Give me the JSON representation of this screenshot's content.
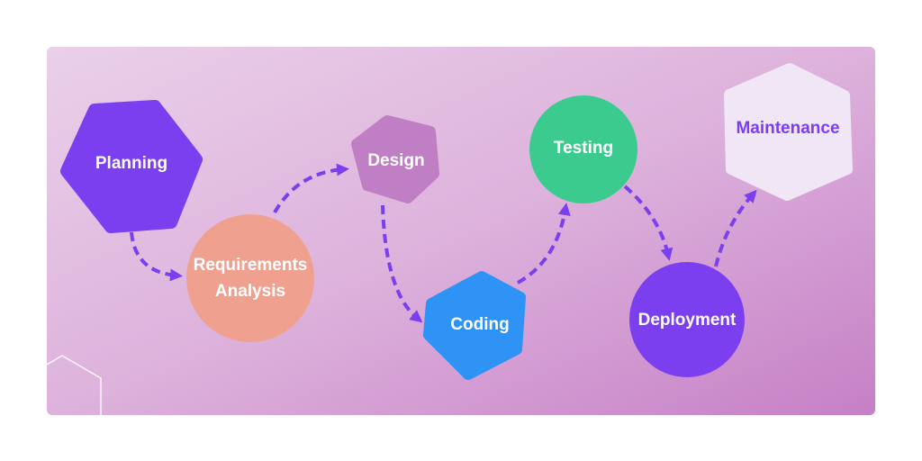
{
  "title": "Software Development Life Cycle",
  "stages": [
    {
      "label": "Planning",
      "shape": "hexagon",
      "color": "#7b3fef",
      "text_color": "#ffffff"
    },
    {
      "label_lines": [
        "Requirements",
        "Analysis"
      ],
      "shape": "circle",
      "color": "#efa08f",
      "text_color": "#ffffff"
    },
    {
      "label": "Design",
      "shape": "hexagon",
      "color": "#c07fc4",
      "text_color": "#ffffff"
    },
    {
      "label": "Coding",
      "shape": "hexagon",
      "color": "#2f93f5",
      "text_color": "#ffffff"
    },
    {
      "label": "Testing",
      "shape": "circle",
      "color": "#3ccb8f",
      "text_color": "#ffffff"
    },
    {
      "label": "Deployment",
      "shape": "circle",
      "color": "#7b3fef",
      "text_color": "#ffffff"
    },
    {
      "label": "Maintenance",
      "shape": "hexagon",
      "color": "#f1e6f6",
      "text_color": "#7b3fef"
    }
  ],
  "arrow_color": "#7b3fef",
  "connections": [
    [
      "Planning",
      "Requirements Analysis"
    ],
    [
      "Requirements Analysis",
      "Design"
    ],
    [
      "Design",
      "Coding"
    ],
    [
      "Coding",
      "Testing"
    ],
    [
      "Testing",
      "Deployment"
    ],
    [
      "Deployment",
      "Maintenance"
    ]
  ]
}
